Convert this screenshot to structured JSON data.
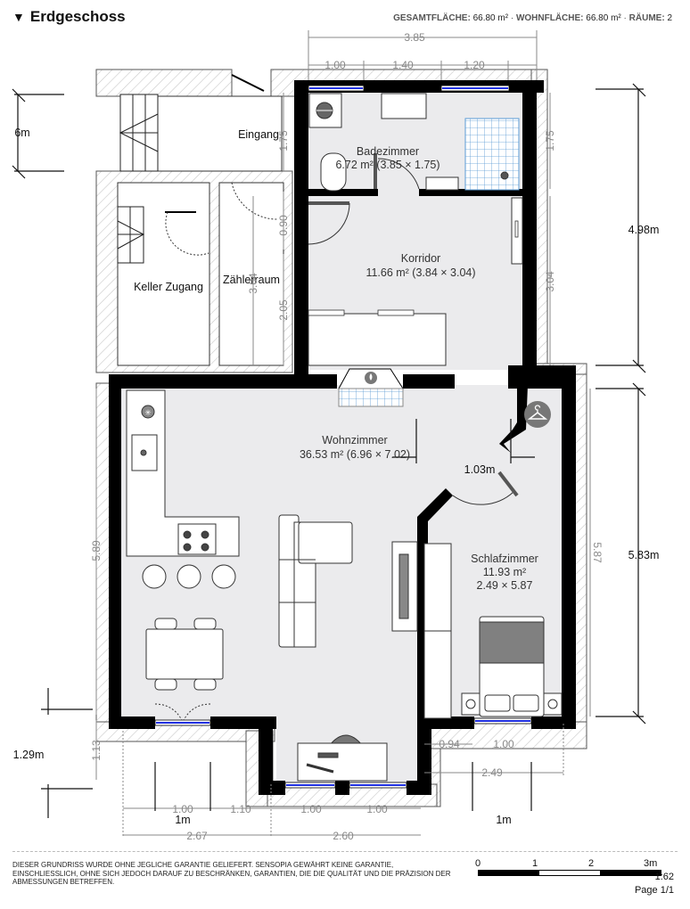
{
  "header": {
    "floor_name": "Erdgeschoss",
    "collapse_icon": "triangle-down-icon",
    "stats": {
      "total_area_label": "GESAMTFLÄCHE:",
      "total_area_value": "66.80 m²",
      "living_area_label": "WOHNFLÄCHE:",
      "living_area_value": "66.80 m²",
      "rooms_label": "RÄUME:",
      "rooms_value": "2",
      "separator": "·"
    }
  },
  "rooms": {
    "badezimmer": {
      "name": "Badezimmer",
      "detail": "6.72 m² (3.85 × 1.75)"
    },
    "korridor": {
      "name": "Korridor",
      "detail": "11.66 m² (3.84 × 3.04)"
    },
    "wohnzimmer": {
      "name": "Wohnzimmer",
      "detail": "36.53 m² (6.96 × 7.02)"
    },
    "schlafzimmer": {
      "name": "Schlafzimmer",
      "area": "11.93 m²",
      "dims": "2.49 × 5.87"
    },
    "eingang": {
      "name": "Eingang"
    },
    "keller_zugang": {
      "name": "Keller Zugang"
    },
    "zaehlerraum": {
      "name": "Zählerraum"
    }
  },
  "dimensions": {
    "top_total": "3.85",
    "top_segments": [
      "1.00",
      "1.40",
      "1.20"
    ],
    "right_bath": "1.75",
    "right_corridor": "3.04",
    "right_upper_total": "4.98m",
    "right_bedroom": "5.87",
    "right_lower_total": "5.83m",
    "left_eingang": "1.75",
    "left_door": "0.90",
    "left_zaehler": "2.05",
    "zaehler_inner": "3.04",
    "left_living": "5.89",
    "left_bottom": "1.13",
    "left_outer_top": "6m",
    "left_outer_bottom": "1.29m",
    "door_opening": "1.03m",
    "bottom_left_segments": [
      "1.00",
      "1.10"
    ],
    "bottom_mid_segments": [
      "1.00",
      "1.00"
    ],
    "bottom_left_total": "2.67",
    "bottom_mid_total": "2.60",
    "bottom_right_segments": [
      "0.94",
      "1.00"
    ],
    "bottom_right_total": "2.49",
    "bottom_left_window": "1m",
    "bottom_right_window": "1m"
  },
  "icons": {
    "fireplace": "flame-icon",
    "wardrobe": "hanger-icon",
    "fridge": "snowflake-icon",
    "stairs": "stairs-icon",
    "washer": "washing-machine-icon"
  },
  "footer": {
    "disclaimer": "DIESER GRUNDRISS WURDE OHNE JEGLICHE GARANTIE GELIEFERT. SENSOPIA GEWÄHRT KEINE GARANTIE, EINSCHLIESSLICH, OHNE SICH JEDOCH DARAUF ZU BESCHRÄNKEN, GARANTIEN, DIE DIE QUALITÄT UND DIE PRÄZISION DER ABMESSUNGEN BETREFFEN.",
    "scale_ticks": [
      "0",
      "1",
      "2",
      "3m"
    ],
    "scale_ratio": "1:62",
    "page": "Page 1/1"
  },
  "colors": {
    "wall": "#000000",
    "floor": "#ebebed",
    "hatch": "#cccccc",
    "dimension": "#888888",
    "window_glass": "#2030e0",
    "shower_tile": "#5b9bd5"
  }
}
